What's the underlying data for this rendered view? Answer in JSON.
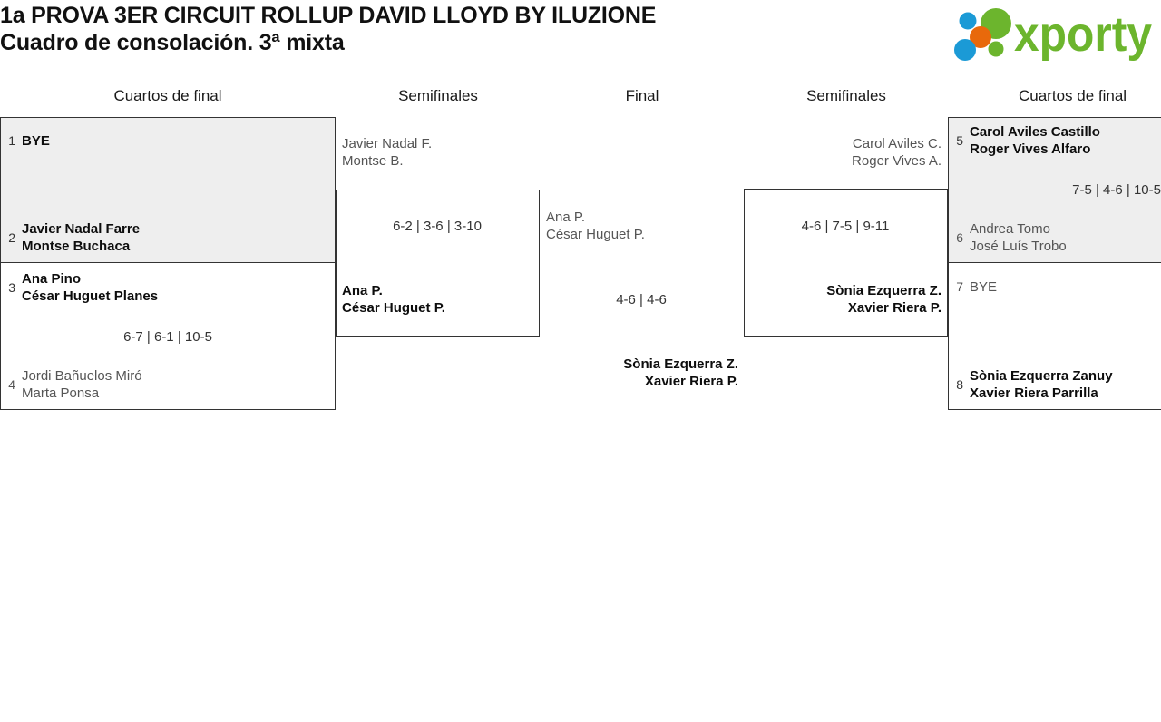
{
  "header": {
    "title_line1": "1a PROVA 3ER CIRCUIT ROLLUP DAVID LLOYD BY ILUZIONE",
    "title_line2": "Cuadro de consolación. 3ª mixta",
    "logo_text": "xporty",
    "logo_colors": {
      "green": "#6cb52d",
      "blue": "#1b9ad6",
      "orange": "#e8690b"
    }
  },
  "rounds": [
    {
      "label": "Cuartos de final"
    },
    {
      "label": "Semifinales"
    },
    {
      "label": "Final"
    },
    {
      "label": "Semifinales"
    },
    {
      "label": "Cuartos de final"
    }
  ],
  "bracket": {
    "left_quarterfinals": [
      {
        "top": {
          "seed": "1",
          "line1": "BYE",
          "line2": "",
          "result": "loser"
        },
        "bottom": {
          "seed": "2",
          "line1": "Javier Nadal Farre",
          "line2": "Montse Buchaca",
          "result": "winner"
        },
        "score": ""
      },
      {
        "top": {
          "seed": "3",
          "line1": "Ana Pino",
          "line2": "César Huguet Planes",
          "result": "winner"
        },
        "bottom": {
          "seed": "4",
          "line1": "Jordi Bañuelos Miró",
          "line2": "Marta Ponsa",
          "result": "loser"
        },
        "score": "6-7 | 6-1 | 10-5"
      }
    ],
    "left_semifinal": {
      "top": {
        "line1": "Javier Nadal F.",
        "line2": "Montse B.",
        "result": "loser"
      },
      "bottom": {
        "line1": "Ana P.",
        "line2": "César Huguet P.",
        "result": "winner"
      },
      "score": "6-2 | 3-6 | 3-10"
    },
    "final": {
      "top": {
        "line1": "Ana P.",
        "line2": "César Huguet P.",
        "result": "loser"
      },
      "bottom": {
        "line1": "Sònia Ezquerra Z.",
        "line2": "Xavier Riera P.",
        "result": "winner"
      },
      "score": "4-6 | 4-6"
    },
    "right_semifinal": {
      "top": {
        "line1": "Carol Aviles C.",
        "line2": "Roger Vives A.",
        "result": "loser"
      },
      "bottom": {
        "line1": "Sònia Ezquerra Z.",
        "line2": "Xavier Riera P.",
        "result": "winner"
      },
      "score": "4-6 | 7-5 | 9-11"
    },
    "right_quarterfinals": [
      {
        "top": {
          "seed": "5",
          "line1": "Carol Aviles Castillo",
          "line2": "Roger Vives Alfaro",
          "result": "winner"
        },
        "bottom": {
          "seed": "6",
          "line1": "Andrea Tomo",
          "line2": "José Luís Trobo",
          "result": "loser"
        },
        "score": "7-5 | 4-6 | 10-5"
      },
      {
        "top": {
          "seed": "7",
          "line1": "BYE",
          "line2": "",
          "result": "loser"
        },
        "bottom": {
          "seed": "8",
          "line1": "Sònia Ezquerra Zanuy",
          "line2": "Xavier Riera Parrilla",
          "result": "winner"
        },
        "score": ""
      }
    ]
  }
}
